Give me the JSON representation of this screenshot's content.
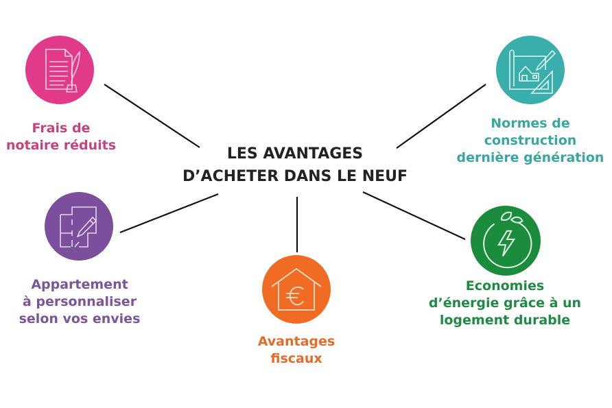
{
  "title": {
    "line1": "LES AVANTAGES",
    "line2": "D’ACHETER DANS LE NEUF"
  },
  "items": [
    {
      "id": "frais-notaire",
      "icon": "document-quill-icon",
      "color": "#e23a8a",
      "text_color": "#c5427d",
      "lines": [
        "Frais de",
        "notaire réduits"
      ]
    },
    {
      "id": "normes-construction",
      "icon": "blueprint-house-icon",
      "color": "#3aaeaa",
      "text_color": "#3aa6a2",
      "lines": [
        "Normes de",
        "construction",
        "dernière génération"
      ]
    },
    {
      "id": "appartement-personnaliser",
      "icon": "floorplan-pencil-icon",
      "color": "#7b4f9c",
      "text_color": "#7a5598",
      "lines": [
        "Appartement",
        "à personnaliser",
        "selon vos envies"
      ]
    },
    {
      "id": "avantages-fiscaux",
      "icon": "house-euro-icon",
      "color": "#f06b24",
      "text_color": "#e46c2a",
      "lines": [
        "Avantages",
        "fiscaux"
      ]
    },
    {
      "id": "economies-energie",
      "icon": "leaf-lightning-icon",
      "color": "#1a8c3c",
      "text_color": "#1f8a44",
      "lines": [
        "Economies",
        "d’énergie grâce à un",
        "logement durable"
      ]
    }
  ],
  "connector_color": "#111111"
}
